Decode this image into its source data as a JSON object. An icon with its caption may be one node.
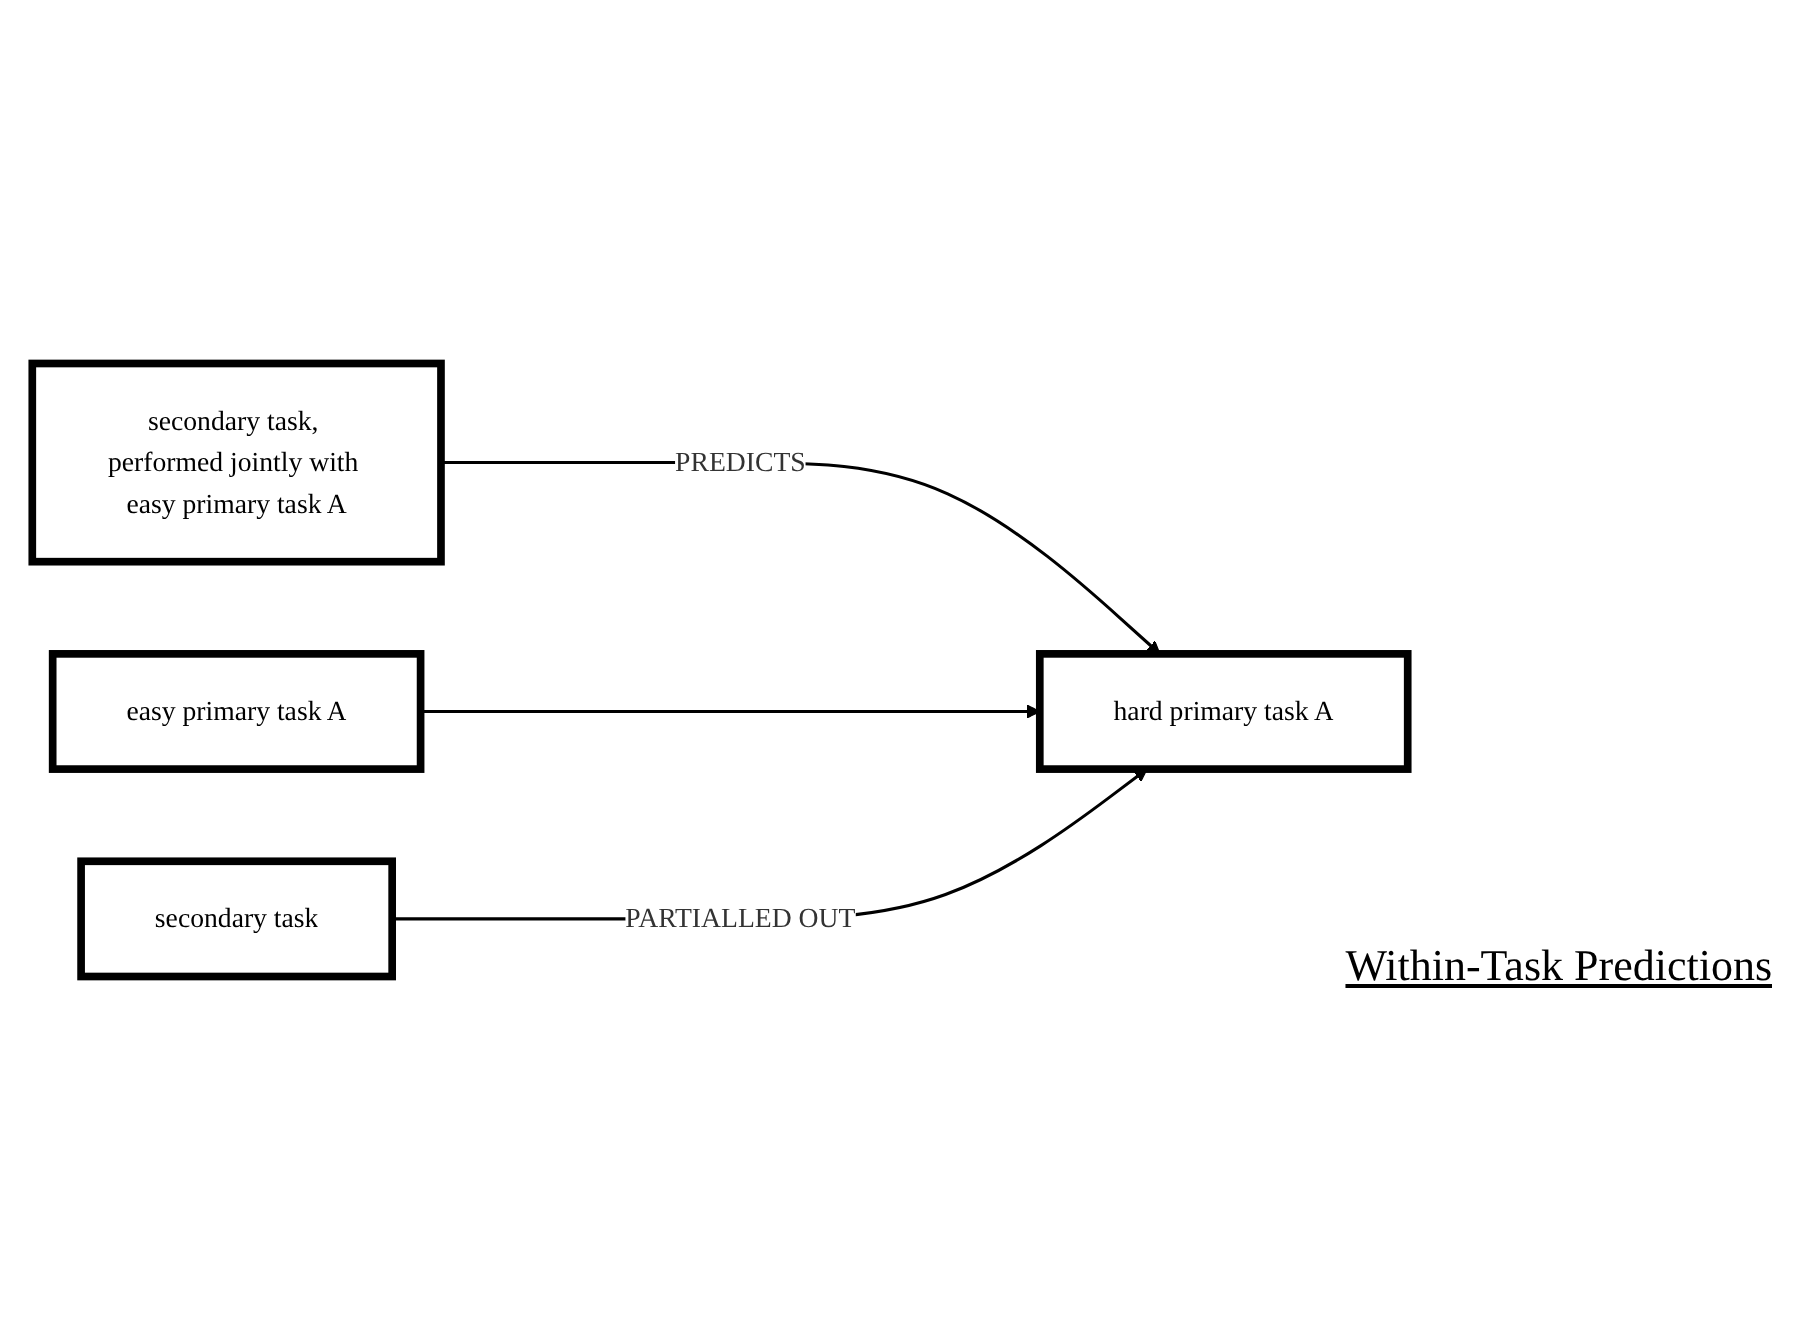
{
  "diagram": {
    "title": "Within-Task Predictions",
    "nodes": [
      {
        "text": [
          "secondary task, performed jointly with easy primary task A"
        ]
      },
      {
        "text": [
          "hard primary task A"
        ]
      },
      {
        "text": [
          "easy primary task A"
        ]
      },
      {
        "text": [
          "secondary task"
        ]
      }
    ],
    "edges": [
      {
        "from": 0,
        "to": 1,
        "arrow": "to",
        "label": "PREDICTS"
      },
      {
        "from": 2,
        "to": 1,
        "arrow": "to"
      },
      {
        "from": 3,
        "to": 1,
        "arrow": "to",
        "label": "PARTIALLED OUT"
      }
    ]
  }
}
